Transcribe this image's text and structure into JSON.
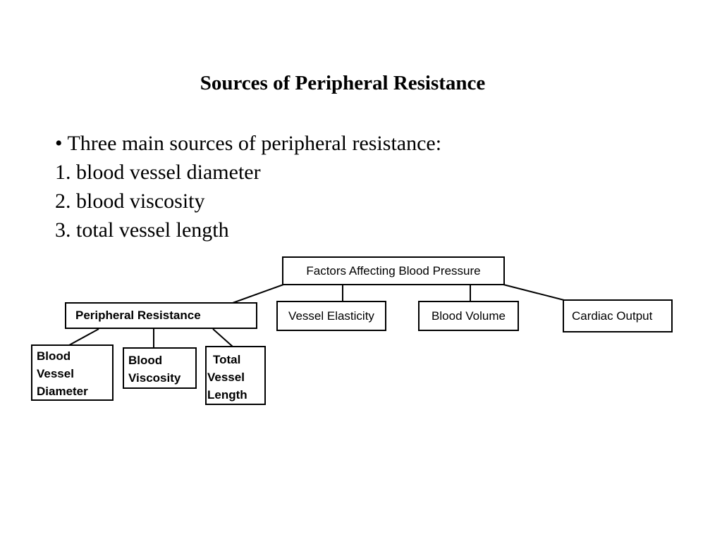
{
  "title": "Sources of Peripheral Resistance",
  "bullets": {
    "intro": "• Three main sources of peripheral resistance:",
    "items": [
      "1. blood vessel diameter",
      "2. blood viscosity",
      "3. total vessel length"
    ]
  },
  "diagram": {
    "root": "Factors Affecting Blood Pressure",
    "children": [
      "Peripheral Resistance",
      "Vessel Elasticity",
      "Blood Volume",
      "Cardiac Output"
    ],
    "peripheral_sources": [
      [
        "Blood",
        "Vessel",
        "Diameter"
      ],
      [
        "Blood",
        "Viscosity"
      ],
      [
        "Total",
        "Vessel",
        "Length"
      ]
    ]
  }
}
